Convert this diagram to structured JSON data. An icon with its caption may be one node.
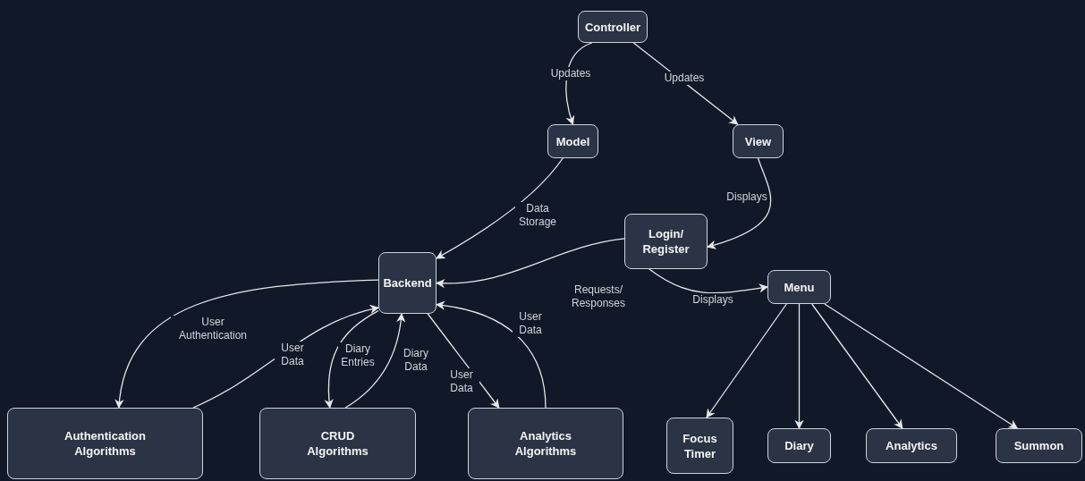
{
  "diagram": {
    "nodes": [
      {
        "text": [
          "Controller"
        ]
      },
      {
        "text": [
          "Model"
        ]
      },
      {
        "text": [
          "View"
        ]
      },
      {
        "text": [
          "Login/ Register"
        ]
      },
      {
        "text": [
          "Backend"
        ]
      },
      {
        "text": [
          "Menu"
        ]
      },
      {
        "text": [
          "Authentication Algorithms"
        ]
      },
      {
        "text": [
          "CRUD Algorithms"
        ]
      },
      {
        "text": [
          "Analytics Algorithms"
        ]
      },
      {
        "text": [
          "Focus Timer"
        ]
      },
      {
        "text": [
          "Diary"
        ]
      },
      {
        "text": [
          "Analytics"
        ]
      },
      {
        "text": [
          "Summon"
        ]
      }
    ],
    "edges": [
      {
        "from": 0,
        "to": 1,
        "arrow": "to",
        "label": "Updates"
      },
      {
        "from": 0,
        "to": 2,
        "arrow": "to",
        "label": "Updates"
      },
      {
        "from": 1,
        "to": 4,
        "arrow": "to",
        "label": "Data Storage"
      },
      {
        "from": 2,
        "to": 3,
        "arrow": "to",
        "label": "Displays"
      },
      {
        "from": 3,
        "to": 4,
        "arrow": "to",
        "label": "Requests/ Responses"
      },
      {
        "from": 3,
        "to": 5,
        "arrow": "to",
        "label": "Displays"
      },
      {
        "from": 4,
        "to": 6,
        "arrow": "to",
        "label": "User Authentication"
      },
      {
        "from": 6,
        "to": 4,
        "arrow": "to",
        "label": "User Data"
      },
      {
        "from": 4,
        "to": 7,
        "arrow": "to",
        "label": "Diary Entries"
      },
      {
        "from": 7,
        "to": 4,
        "arrow": "to",
        "label": "Diary Data"
      },
      {
        "from": 4,
        "to": 8,
        "arrow": "to",
        "label": "User Data"
      },
      {
        "from": 8,
        "to": 4,
        "arrow": "to",
        "label": "User Data"
      },
      {
        "from": 5,
        "to": 9,
        "arrow": "to"
      },
      {
        "from": 5,
        "to": 10,
        "arrow": "to"
      },
      {
        "from": 5,
        "to": 11,
        "arrow": "to"
      },
      {
        "from": 5,
        "to": 12,
        "arrow": "to"
      }
    ]
  }
}
